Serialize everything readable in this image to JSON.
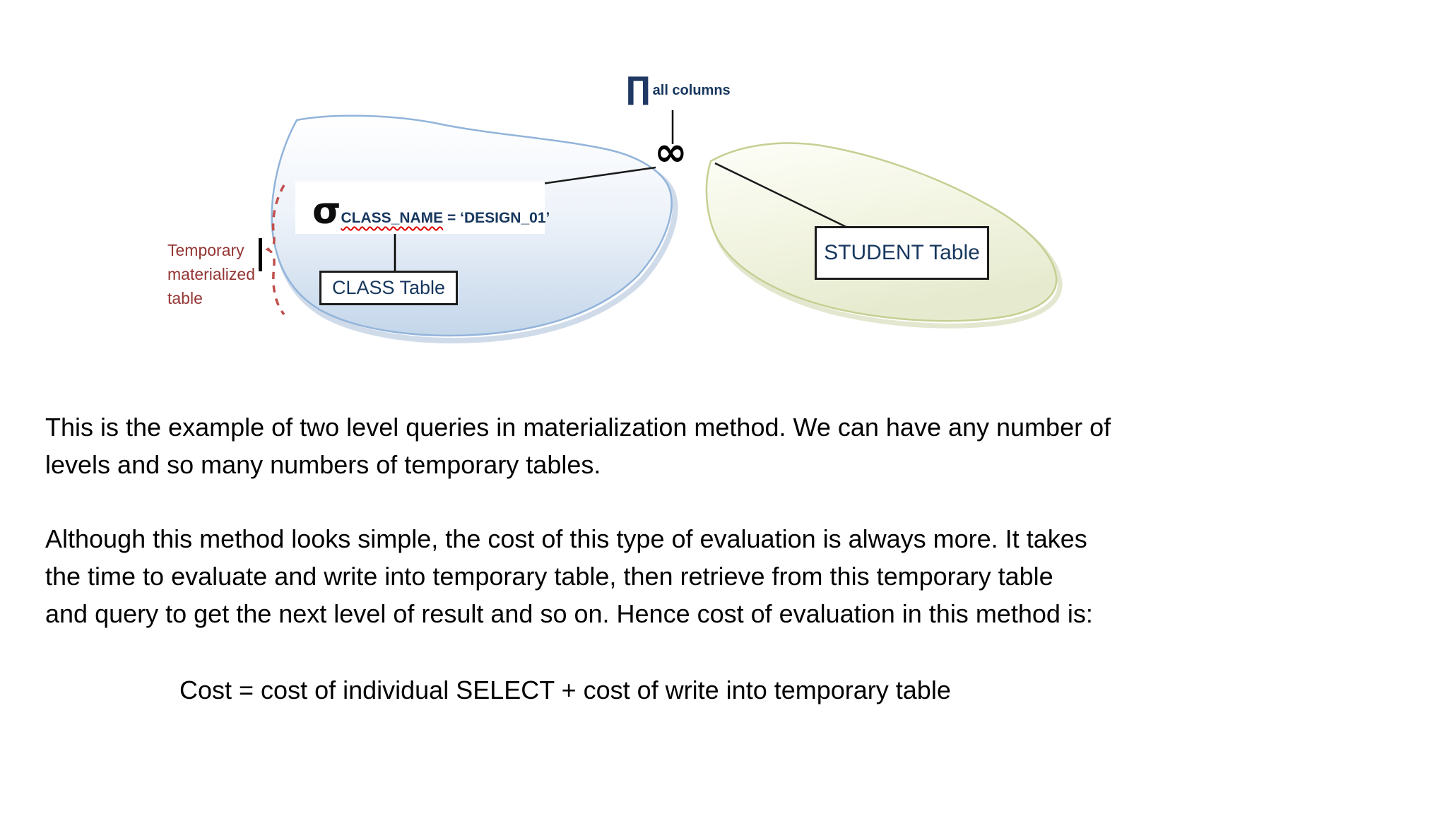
{
  "diagram": {
    "projection": {
      "symbol": "∏",
      "label": "all columns"
    },
    "join": {
      "symbol": "∞"
    },
    "selection": {
      "symbol": "σ",
      "predicate_field": "CLASS_NAME",
      "predicate_rest": " = ‘DESIGN_01’"
    },
    "class_table": {
      "label": "CLASS Table"
    },
    "student_table": {
      "label": "STUDENT Table"
    },
    "annotation": {
      "lines": [
        "Temporary",
        "materialized",
        "table"
      ]
    },
    "colors": {
      "blue_blob_stroke": "#92b4da",
      "blue_blob_fill_top": "#ffffff",
      "blue_blob_fill_mid": "#eef3fa",
      "blue_blob_fill_bottom": "#c4d6ea",
      "green_blob_stroke": "#c6cf92",
      "green_blob_fill_top": "#fdfef8",
      "green_blob_fill_mid": "#f3f5e3",
      "green_blob_fill_bottom": "#e6ebcf",
      "annotation_red": "#943634",
      "brace_red": "#c0504d",
      "navy": "#1f3864"
    }
  },
  "content": {
    "paragraph1": [
      "This is the example of two level queries in materialization method. We can have any number of",
      "levels and so many numbers of temporary tables."
    ],
    "paragraph2": [
      "Although this method looks simple, the cost of this type of evaluation is always more. It takes",
      "the time to evaluate and write into temporary table, then retrieve from this temporary table",
      "and query to get the next level of result and so on. Hence cost of evaluation in this method is:"
    ],
    "cost_formula": "Cost = cost of individual SELECT + cost of write into temporary table"
  }
}
